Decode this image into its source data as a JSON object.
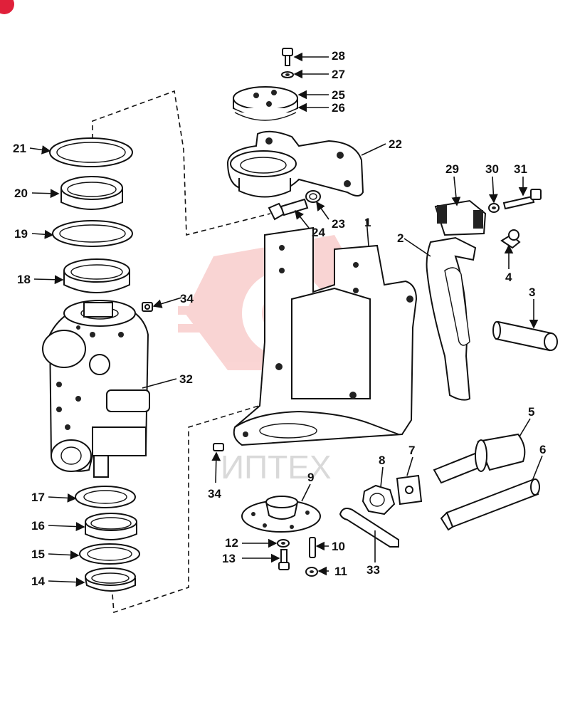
{
  "callouts": {
    "c1": "1",
    "c2": "2",
    "c3": "3",
    "c4": "4",
    "c5": "5",
    "c6": "6",
    "c7": "7",
    "c8": "8",
    "c9": "9",
    "c10": "10",
    "c11": "11",
    "c12": "12",
    "c13": "13",
    "c14": "14",
    "c15": "15",
    "c16": "16",
    "c17": "17",
    "c18": "18",
    "c19": "19",
    "c20": "20",
    "c21": "21",
    "c22": "22",
    "c23": "23",
    "c24": "24",
    "c25": "25",
    "c26": "26",
    "c27": "27",
    "c28": "28",
    "c29": "29",
    "c30": "30",
    "c31": "31",
    "c32": "32",
    "c33": "33",
    "c34a": "34",
    "c34b": "34"
  },
  "watermark": {
    "text": "ИПТЕХ",
    "color": "#e8403a"
  },
  "corner_badge": {
    "color": "#e0203a"
  }
}
